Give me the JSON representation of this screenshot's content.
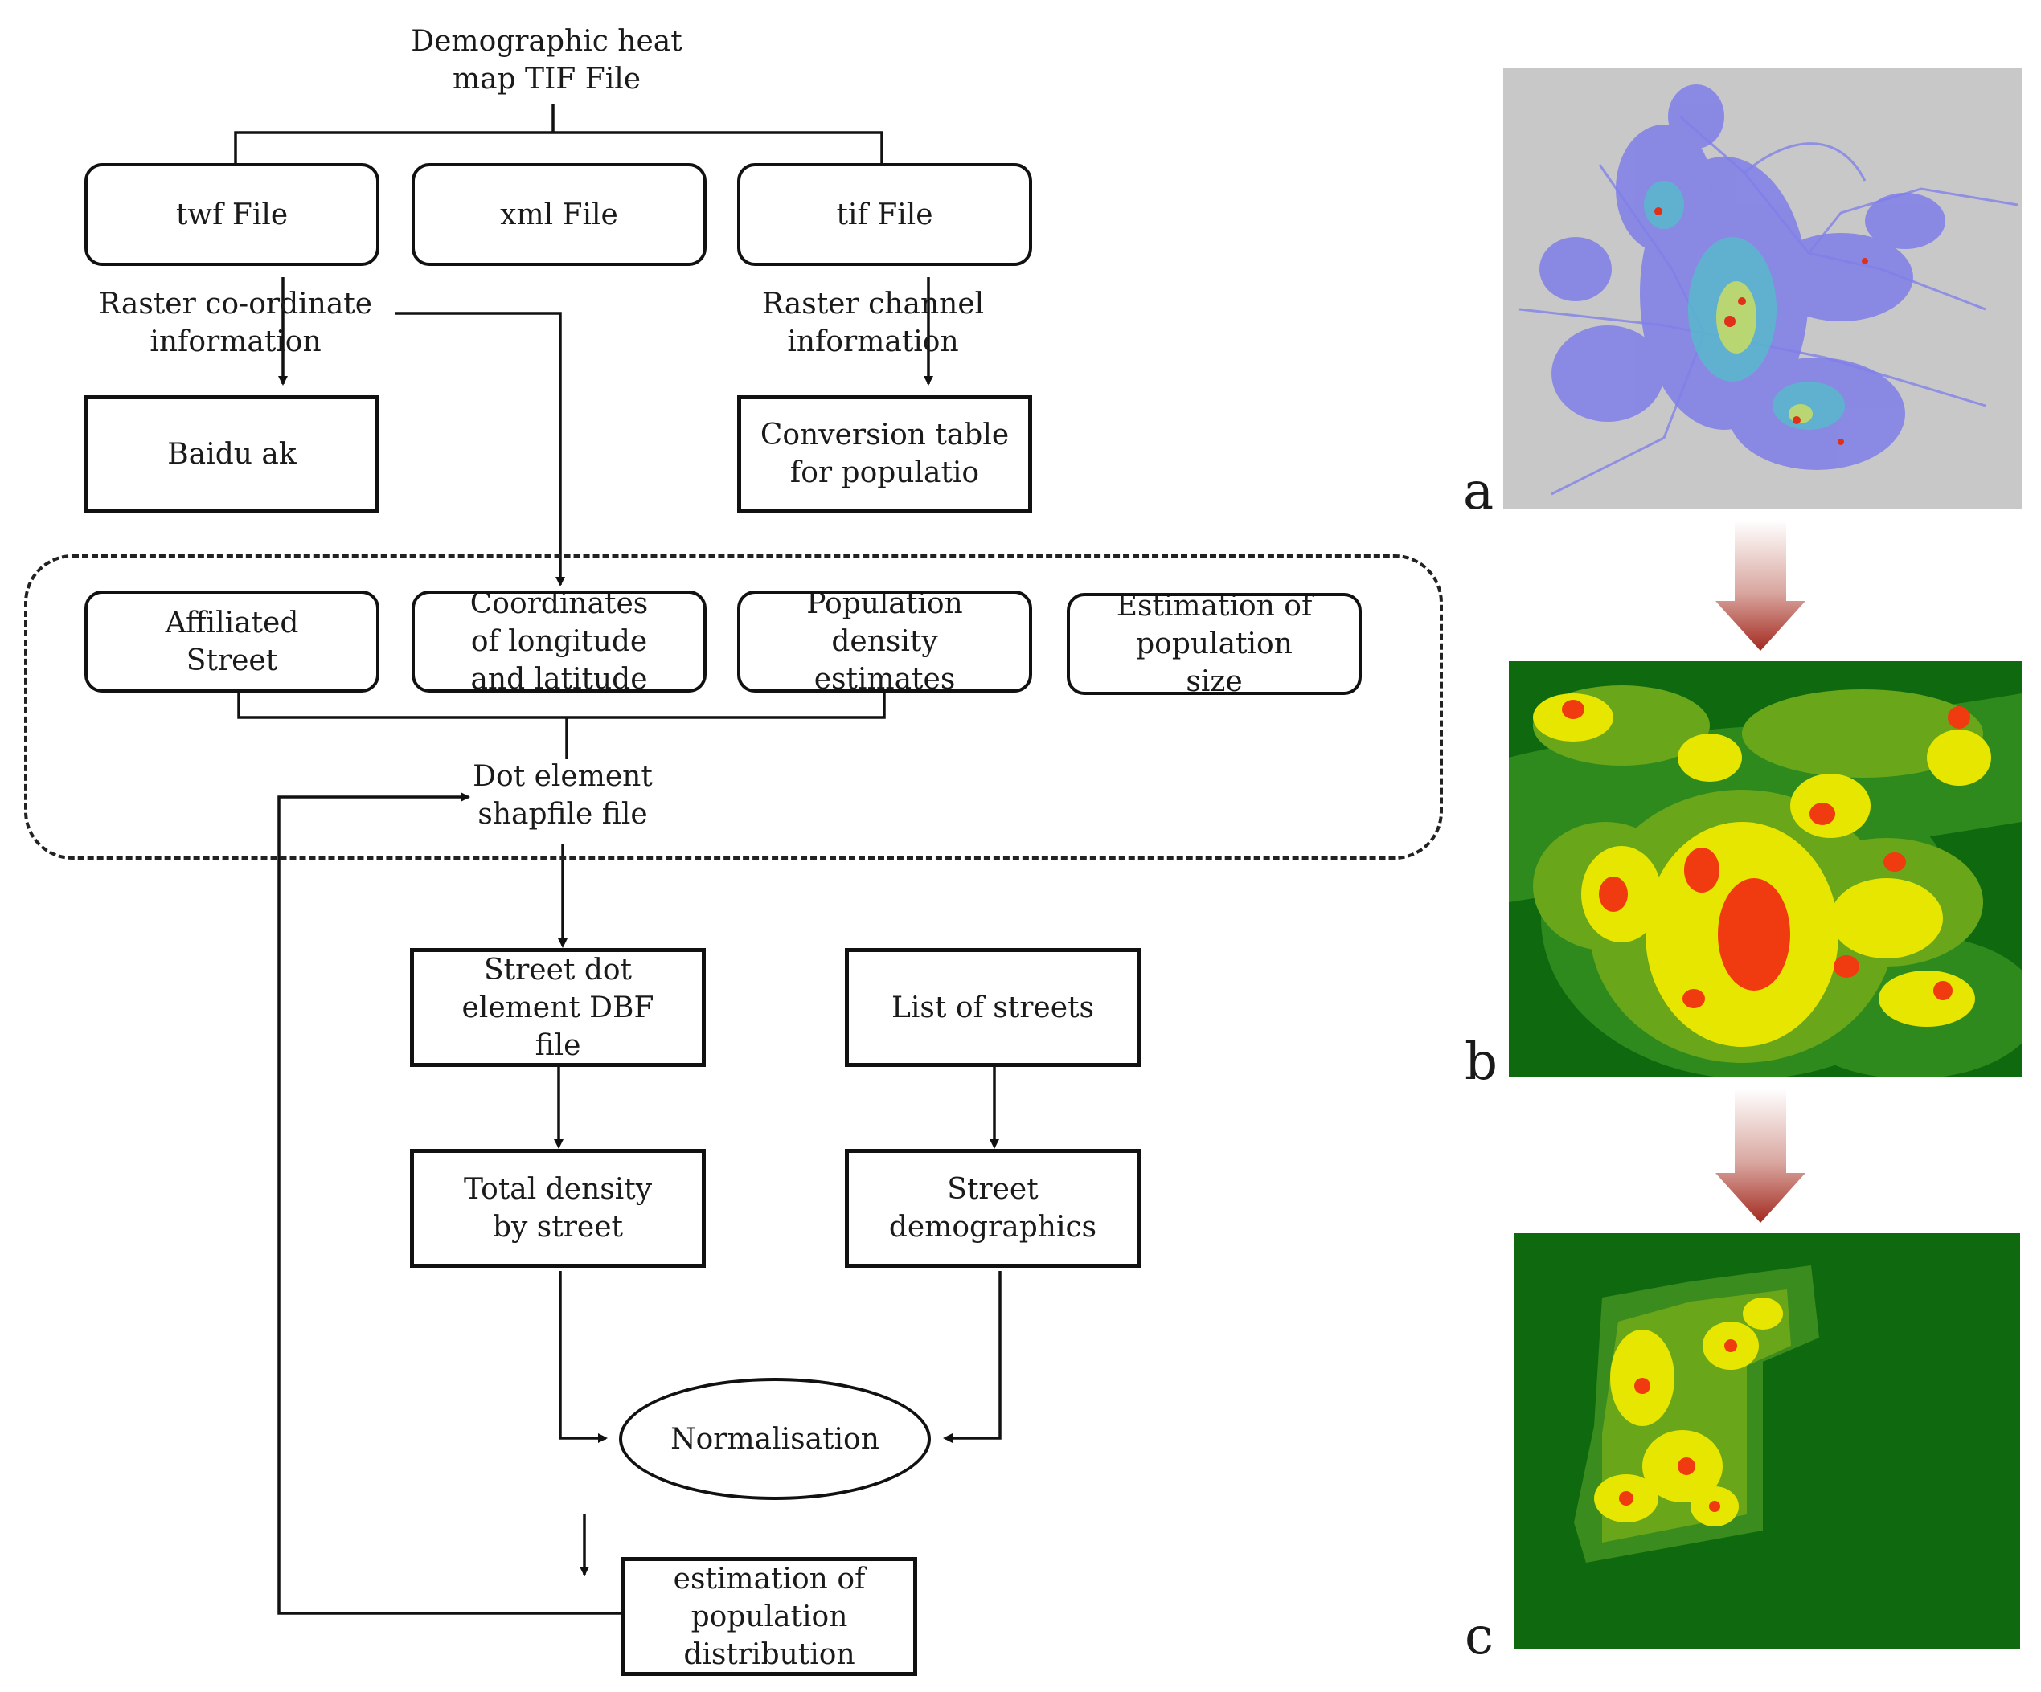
{
  "flow": {
    "top_title": "Demographic heat\nmap TIF File",
    "twf": "twf  File",
    "xml": "xml  File",
    "tif": "tif  File",
    "raster_coord": "Raster co-ordinate\ninformation",
    "raster_channel": "Raster channel\ninformation",
    "baidu": "Baidu ak",
    "conversion": "Conversion table\nfor populatio",
    "affiliated": "Affiliated\nStreet",
    "coordinates": "Coordinates\nof longitude\nand latitude",
    "pop_density": "Population\ndensity\nestimates",
    "estimation_size": "Estimation of\npopulation\nsize",
    "dot_element": "Dot element\nshapfile file",
    "street_dot": "Street dot\nelement DBF\nfile",
    "list_streets": "List of streets",
    "total_density": "Total density\nby street",
    "street_demo": "Street\ndemographics",
    "normalisation": "Normalisation",
    "estimation_dist": "estimation of\npopulation\ndistribution"
  },
  "panels": {
    "a": "a",
    "b": "b",
    "c": "c"
  },
  "colors": {
    "map_a_bg": "#c8c8c8",
    "map_a_density": "#7f7fea",
    "map_green": "#0f6a0f",
    "map_yellow": "#e6e600",
    "map_red": "#f03a10",
    "arrow": "#a32a20"
  }
}
